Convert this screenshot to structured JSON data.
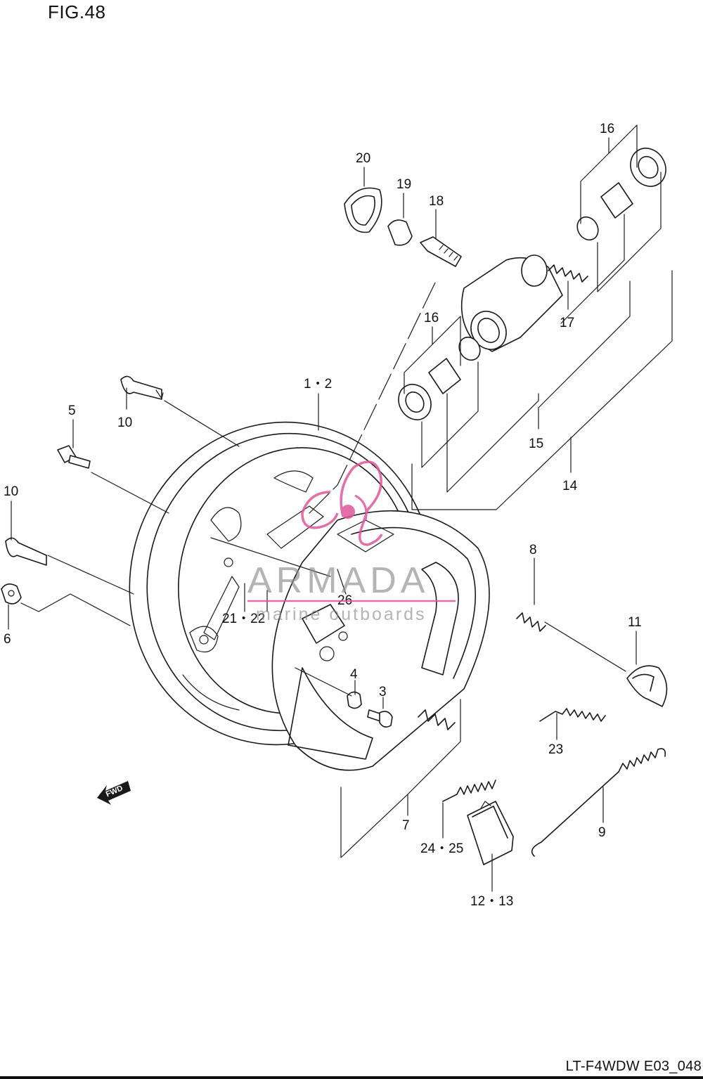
{
  "figure": {
    "title": "FIG.48",
    "code": "LT-F4WDW E03_048"
  },
  "watermark": {
    "brand": "ARMADA",
    "tagline": "marine outboards",
    "accent_color": "#e0559a"
  },
  "fwd_label": "FWD",
  "labels": {
    "p1_2": "1・2",
    "p3": "3",
    "p4": "4",
    "p5": "5",
    "p6": "6",
    "p7": "7",
    "p8": "8",
    "p9": "9",
    "p10a": "10",
    "p10b": "10",
    "p11": "11",
    "p12_13": "12・13",
    "p14": "14",
    "p15": "15",
    "p16a": "16",
    "p16b": "16",
    "p17": "17",
    "p18": "18",
    "p19": "19",
    "p20": "20",
    "p21_22": "21・22",
    "p23": "23",
    "p24_25": "24・25",
    "p26": "26"
  }
}
